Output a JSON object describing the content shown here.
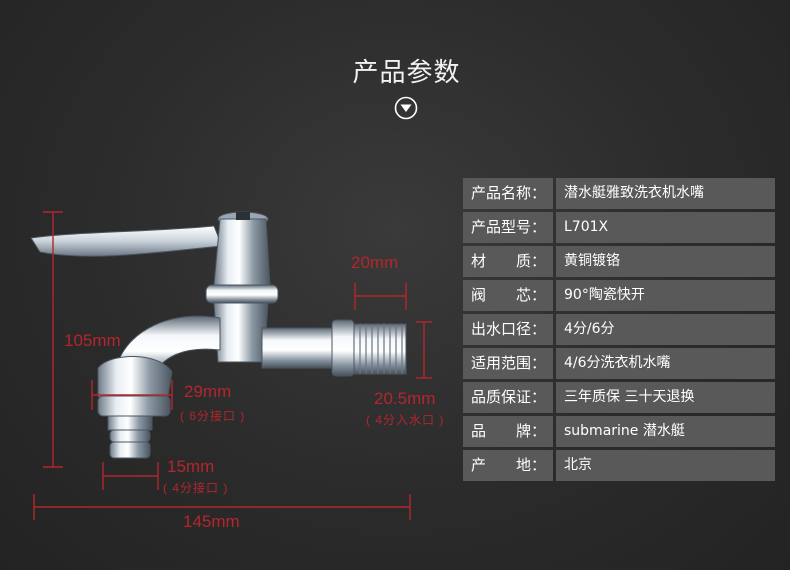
{
  "header": {
    "title": "产品参数",
    "arrow_icon": "circle-chevron-down-icon"
  },
  "dimensions": {
    "top_outlet": "20mm",
    "height": "105mm",
    "hose_nut": "29mm",
    "hose_nut_note": "( 6分接口 )",
    "outlet": "20.5mm",
    "outlet_note": "( 4分入水口 )",
    "hose_tip": "15mm",
    "hose_tip_note": "( 4分接口 )",
    "length": "145mm"
  },
  "specs": [
    {
      "key": "产品名称：",
      "value": "潜水艇雅致洗衣机水嘴"
    },
    {
      "key": "产品型号：",
      "value": "L701X"
    },
    {
      "key": "材　　质：",
      "value": "黄铜镀铬"
    },
    {
      "key": "阀　　芯：",
      "value": "90°陶瓷快开"
    },
    {
      "key": "出水口径：",
      "value": "4分/6分"
    },
    {
      "key": "适用范围：",
      "value": "4/6分洗衣机水嘴"
    },
    {
      "key": "品质保证：",
      "value": "三年质保 三十天退换"
    },
    {
      "key": "品　　牌：",
      "value": "submarine 潜水艇"
    },
    {
      "key": "产　　地：",
      "value": "北京"
    }
  ],
  "colors": {
    "background": "#2b2b2b",
    "dimension": "#b3262d",
    "table_cell": "#595959"
  }
}
